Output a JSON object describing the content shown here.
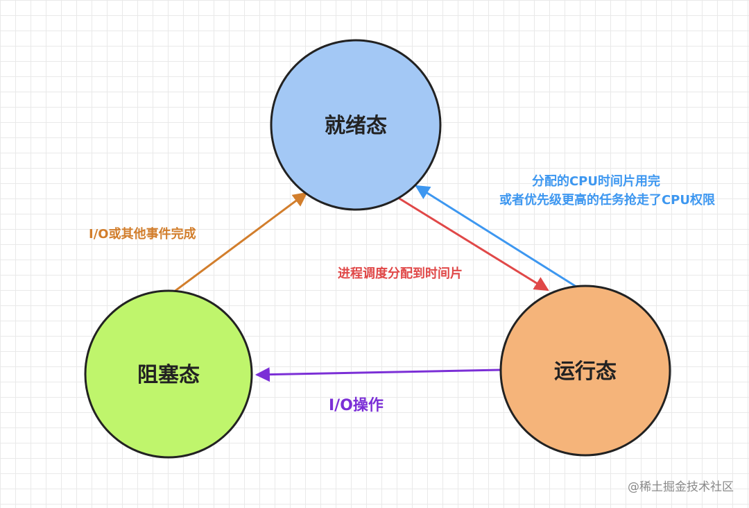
{
  "nodes": {
    "ready": {
      "label": "就绪态",
      "fill": "#a3c8f5"
    },
    "blocked": {
      "label": "阻塞态",
      "fill": "#bff56c"
    },
    "running": {
      "label": "运行态",
      "fill": "#f5b47a"
    }
  },
  "edges": {
    "blocked_to_ready": {
      "label": "I/O或其他事件完成",
      "color": "#d27e2c"
    },
    "ready_to_running": {
      "label": "进程调度分配到时间片",
      "color": "#e04848"
    },
    "running_to_ready": {
      "label_line1": "分配的CPU时间片用完",
      "label_line2": "或者优先级更高的任务抢走了CPU权限",
      "color": "#3d97f0"
    },
    "running_to_blocked": {
      "label": "I/O操作",
      "color": "#7b2fd6"
    }
  },
  "watermark": "@稀土掘金技术社区"
}
